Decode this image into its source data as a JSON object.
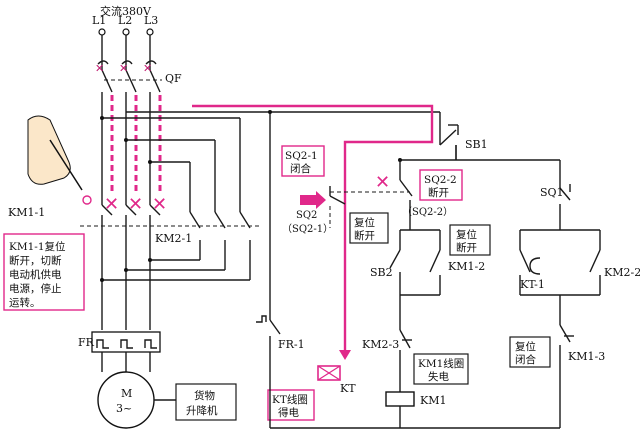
{
  "supply": {
    "title": "交流380V",
    "phases": [
      "L1",
      "L2",
      "L3"
    ],
    "breaker": "QF"
  },
  "contactors": {
    "km1_main": "KM1-1",
    "km2_main": "KM2-1"
  },
  "callouts": {
    "km1_note": [
      "KM1-1复位",
      "断开，切断",
      "电动机供电",
      "电源，停止",
      "运转。"
    ],
    "sq21_note": [
      "SQ2-1",
      "闭合"
    ],
    "sq22_note": [
      "SQ2-2",
      "断开"
    ],
    "reset_open_left": [
      "复位",
      "断开"
    ],
    "reset_open_right": [
      "复位",
      "断开"
    ],
    "reset_close": [
      "复位",
      "闭合"
    ],
    "km1_coil_note": [
      "KM1线圈",
      "失电"
    ],
    "kt_coil_note": [
      "KT线圈",
      "得电"
    ],
    "load": [
      "货物",
      "升降机"
    ]
  },
  "labels": {
    "sb1": "SB1",
    "sq1": "SQ1",
    "sq2": "SQ2",
    "sq2_1": "（SQ2-1）",
    "sq2_2": "（SQ2-2）",
    "sb2": "SB2",
    "km1_2": "KM1-2",
    "km2_2": "KM2-2",
    "kt1": "KT-1",
    "fr": "FR",
    "fr1": "FR-1",
    "km2_3": "KM2-3",
    "km1_3": "KM1-3",
    "kt": "KT",
    "km1": "KM1",
    "motor_m": "M",
    "motor_3": "3~"
  }
}
